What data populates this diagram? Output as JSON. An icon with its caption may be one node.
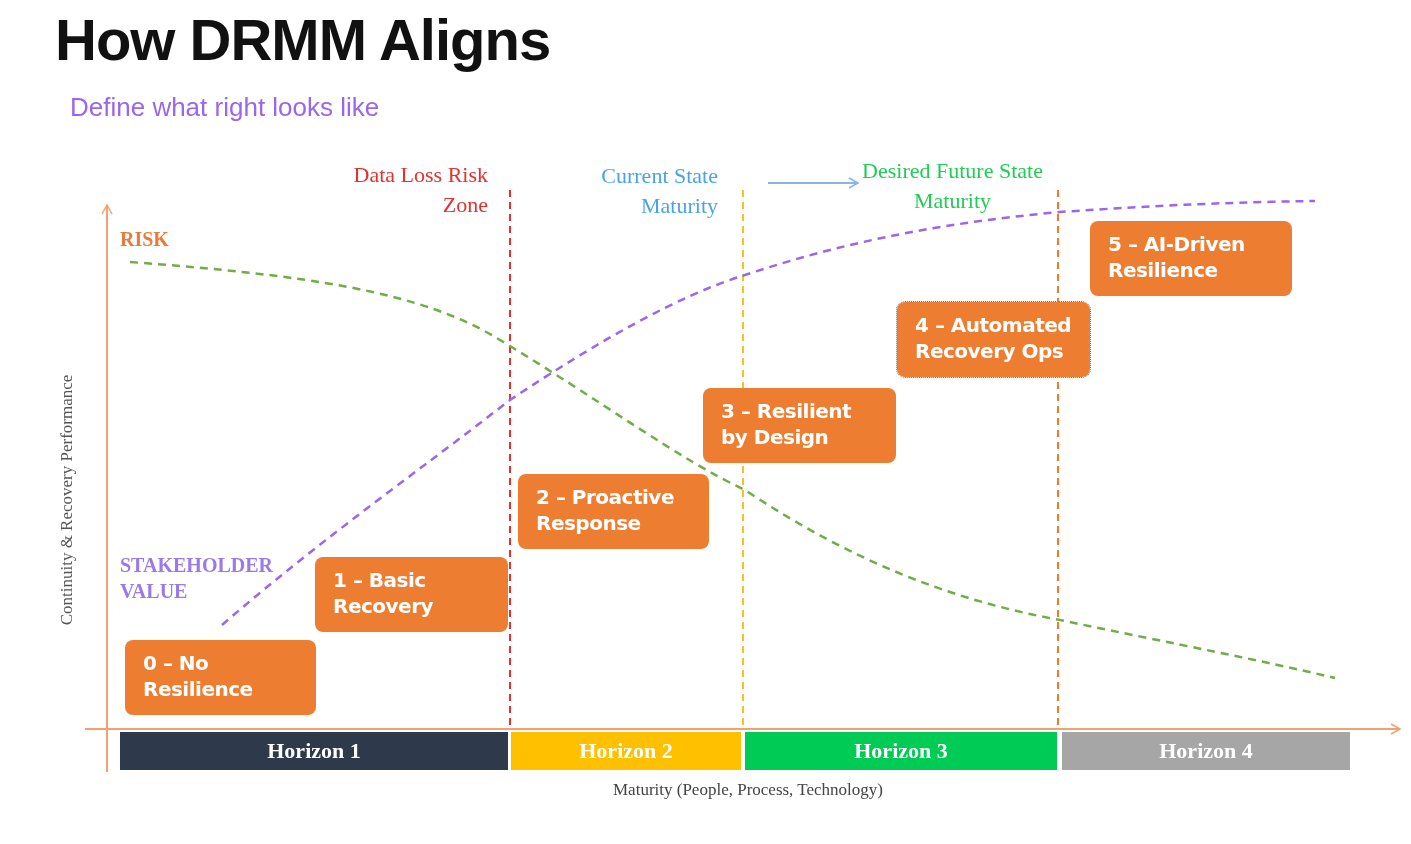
{
  "diagram": {
    "title": "How DRMM Aligns",
    "nodes": [
      {
        "text": [
          "0 – No Resilience"
        ]
      },
      {
        "text": [
          "1 – Basic Recovery"
        ]
      },
      {
        "text": [
          "2 – Proactive Response"
        ]
      },
      {
        "text": [
          "3 – Resilient by Design"
        ]
      },
      {
        "text": [
          "4 – Automated Recovery Ops"
        ]
      },
      {
        "text": [
          "5 – AI-Driven Resilience"
        ]
      },
      {
        "text": [
          "Horizon 1"
        ]
      },
      {
        "text": [
          "Horizon 2"
        ]
      },
      {
        "text": [
          "Horizon 3"
        ]
      },
      {
        "text": [
          "Horizon 4"
        ]
      }
    ],
    "labels": [
      "Define what right looks like",
      "Data Loss Risk Zone",
      "Current State Maturity",
      "Desired Future State Maturity",
      "RISK",
      "STAKEHOLDER VALUE",
      "Continuity & Recovery Performance",
      "Maturity (People, Process, Technology)"
    ]
  }
}
